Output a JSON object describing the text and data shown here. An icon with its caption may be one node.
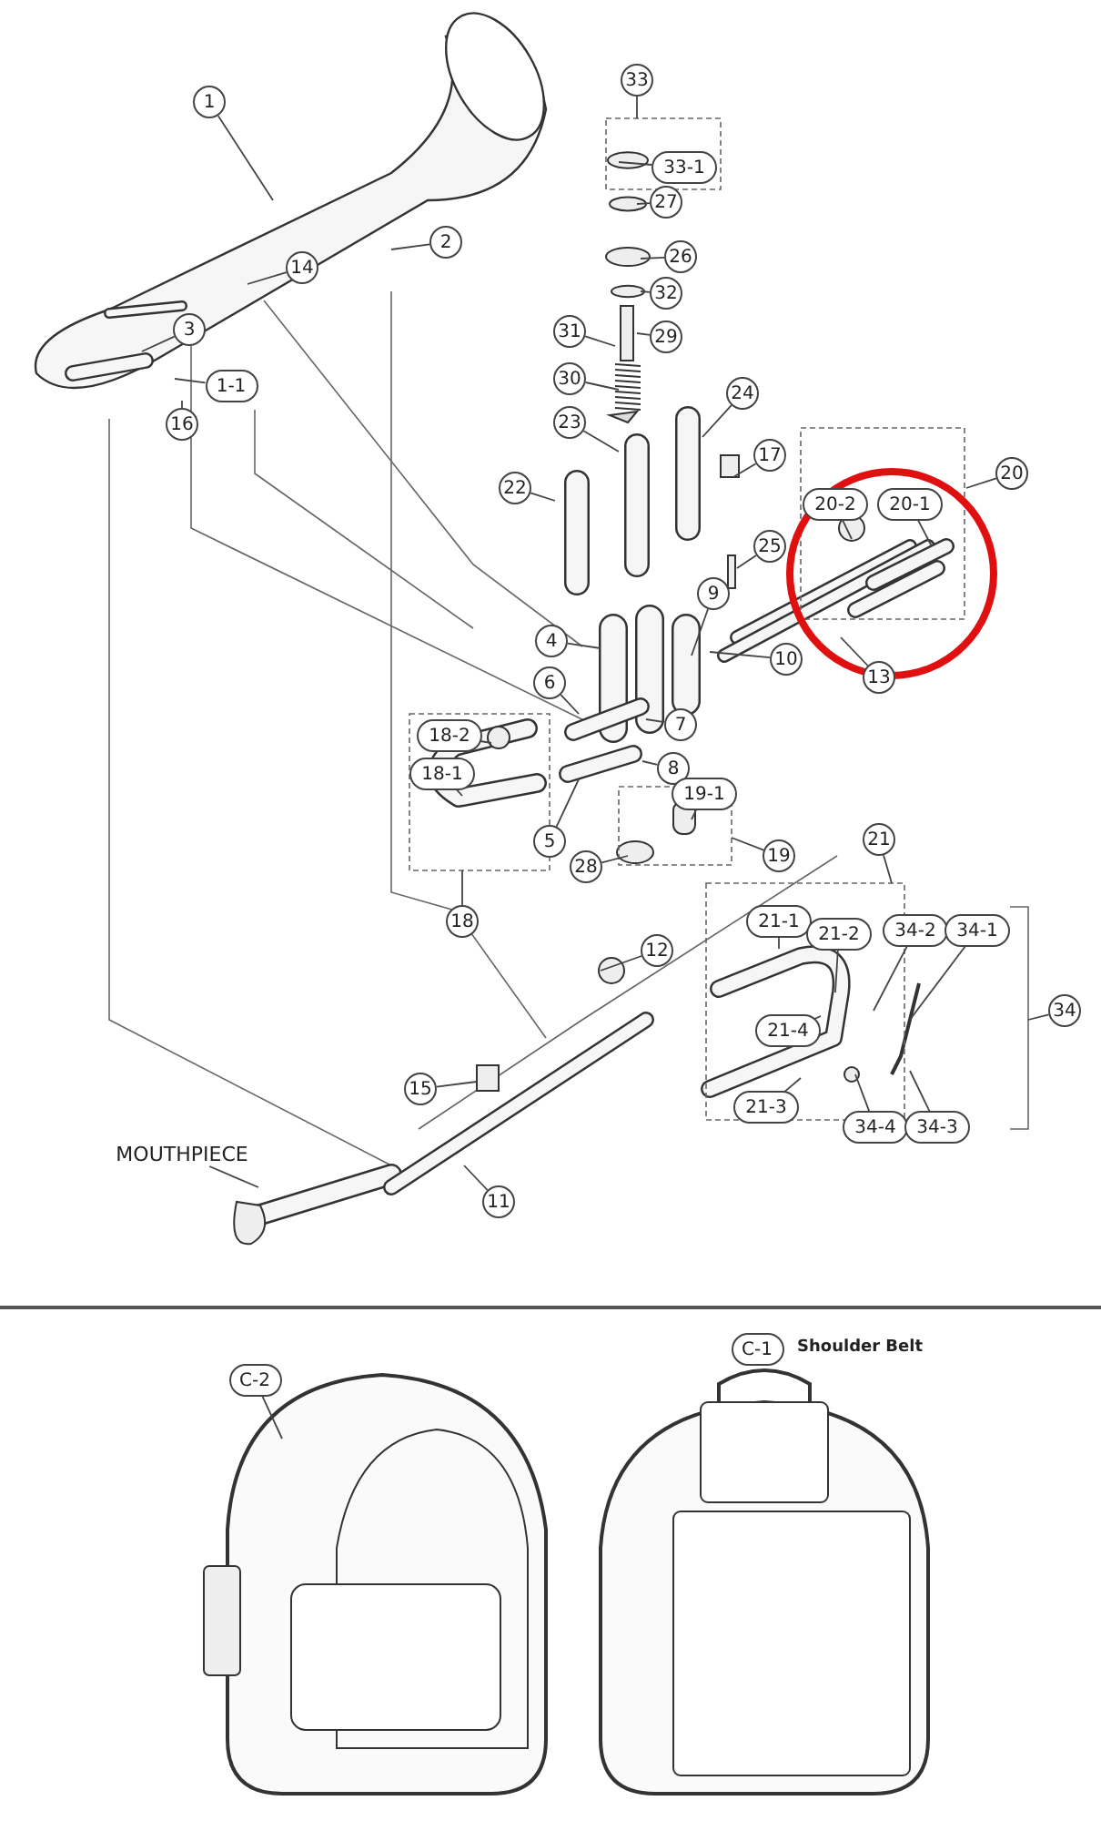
{
  "diagram": {
    "nodes": [
      {
        "text": [
          "1"
        ]
      },
      {
        "text": [
          "33"
        ]
      },
      {
        "text": [
          "33-1"
        ]
      },
      {
        "text": [
          "2"
        ]
      },
      {
        "text": [
          "14"
        ]
      },
      {
        "text": [
          "27"
        ]
      },
      {
        "text": [
          "26"
        ]
      },
      {
        "text": [
          "32"
        ]
      },
      {
        "text": [
          "3"
        ]
      },
      {
        "text": [
          "29"
        ]
      },
      {
        "text": [
          "31"
        ]
      },
      {
        "text": [
          "1-1"
        ]
      },
      {
        "text": [
          "30"
        ]
      },
      {
        "text": [
          "24"
        ]
      },
      {
        "text": [
          "16"
        ]
      },
      {
        "text": [
          "23"
        ]
      },
      {
        "text": [
          "17"
        ]
      },
      {
        "text": [
          "20"
        ]
      },
      {
        "text": [
          "22"
        ]
      },
      {
        "text": [
          "20-2"
        ]
      },
      {
        "text": [
          "20-1"
        ]
      },
      {
        "text": [
          "25"
        ]
      },
      {
        "text": [
          "9"
        ]
      },
      {
        "text": [
          "4"
        ]
      },
      {
        "text": [
          "10"
        ]
      },
      {
        "text": [
          "13"
        ]
      },
      {
        "text": [
          "6"
        ]
      },
      {
        "text": [
          "7"
        ]
      },
      {
        "text": [
          "18-2"
        ]
      },
      {
        "text": [
          "8"
        ]
      },
      {
        "text": [
          "18-1"
        ]
      },
      {
        "text": [
          "19-1"
        ]
      },
      {
        "text": [
          "5"
        ]
      },
      {
        "text": [
          "21"
        ]
      },
      {
        "text": [
          "19"
        ]
      },
      {
        "text": [
          "28"
        ]
      },
      {
        "text": [
          "18"
        ]
      },
      {
        "text": [
          "21-1"
        ]
      },
      {
        "text": [
          "21-2"
        ]
      },
      {
        "text": [
          "34-2"
        ]
      },
      {
        "text": [
          "34-1"
        ]
      },
      {
        "text": [
          "12"
        ]
      },
      {
        "text": [
          "34"
        ]
      },
      {
        "text": [
          "21-4"
        ]
      },
      {
        "text": [
          "15"
        ]
      },
      {
        "text": [
          "21-3"
        ]
      },
      {
        "text": [
          "34-4"
        ]
      },
      {
        "text": [
          "34-3"
        ]
      },
      {
        "text": [
          "MOUTHPIECE"
        ]
      },
      {
        "text": [
          "11"
        ]
      },
      {
        "text": [
          "C-2"
        ]
      },
      {
        "text": [
          "C-1"
        ],
        "beside": [
          "Shoulder Belt"
        ]
      }
    ],
    "edges": [
      {
        "from": 0,
        "to": null,
        "arrow": "none"
      },
      {
        "from": 1,
        "to": null,
        "arrow": "none"
      },
      {
        "from": 2,
        "to": null,
        "arrow": "none"
      },
      {
        "from": 3,
        "to": null,
        "arrow": "none"
      },
      {
        "from": 4,
        "to": null,
        "arrow": "none"
      },
      {
        "from": 5,
        "to": null,
        "arrow": "none"
      },
      {
        "from": 6,
        "to": null,
        "arrow": "none"
      },
      {
        "from": 7,
        "to": null,
        "arrow": "none"
      },
      {
        "from": 8,
        "to": null,
        "arrow": "none"
      },
      {
        "from": 9,
        "to": null,
        "arrow": "none"
      },
      {
        "from": 10,
        "to": null,
        "arrow": "none"
      },
      {
        "from": 11,
        "to": null,
        "arrow": "none"
      },
      {
        "from": 12,
        "to": null,
        "arrow": "none"
      },
      {
        "from": 13,
        "to": null,
        "arrow": "none"
      },
      {
        "from": 14,
        "to": null,
        "arrow": "none"
      },
      {
        "from": 15,
        "to": null,
        "arrow": "none"
      },
      {
        "from": 16,
        "to": null,
        "arrow": "none"
      },
      {
        "from": 17,
        "to": null,
        "arrow": "none"
      },
      {
        "from": 18,
        "to": null,
        "arrow": "none"
      },
      {
        "from": 19,
        "to": null,
        "arrow": "none"
      },
      {
        "from": 20,
        "to": null,
        "arrow": "none"
      },
      {
        "from": 21,
        "to": null,
        "arrow": "none"
      },
      {
        "from": 22,
        "to": null,
        "arrow": "none"
      },
      {
        "from": 23,
        "to": null,
        "arrow": "none"
      },
      {
        "from": 24,
        "to": null,
        "arrow": "none"
      },
      {
        "from": 25,
        "to": null,
        "arrow": "none"
      },
      {
        "from": 26,
        "to": null,
        "arrow": "none"
      },
      {
        "from": 27,
        "to": null,
        "arrow": "none"
      },
      {
        "from": 28,
        "to": null,
        "arrow": "none"
      },
      {
        "from": 29,
        "to": null,
        "arrow": "none"
      },
      {
        "from": 30,
        "to": null,
        "arrow": "none"
      },
      {
        "from": 31,
        "to": null,
        "arrow": "none"
      },
      {
        "from": 32,
        "to": null,
        "arrow": "none"
      },
      {
        "from": 33,
        "to": null,
        "arrow": "none"
      },
      {
        "from": 34,
        "to": null,
        "arrow": "none"
      },
      {
        "from": 35,
        "to": null,
        "arrow": "none"
      },
      {
        "from": 36,
        "to": null,
        "arrow": "none"
      },
      {
        "from": 37,
        "to": null,
        "arrow": "none"
      },
      {
        "from": 38,
        "to": null,
        "arrow": "none"
      },
      {
        "from": 39,
        "to": null,
        "arrow": "none"
      },
      {
        "from": 40,
        "to": null,
        "arrow": "none"
      },
      {
        "from": 41,
        "to": null,
        "arrow": "none"
      },
      {
        "from": 42,
        "to": null,
        "arrow": "none"
      },
      {
        "from": 43,
        "to": null,
        "arrow": "none"
      },
      {
        "from": 44,
        "to": null,
        "arrow": "none"
      },
      {
        "from": 45,
        "to": null,
        "arrow": "none"
      },
      {
        "from": 46,
        "to": null,
        "arrow": "none"
      },
      {
        "from": 47,
        "to": null,
        "arrow": "none"
      },
      {
        "from": 48,
        "to": null,
        "arrow": "none"
      },
      {
        "from": 49,
        "to": null,
        "arrow": "none"
      },
      {
        "from": 50,
        "to": null,
        "arrow": "none"
      }
    ]
  }
}
